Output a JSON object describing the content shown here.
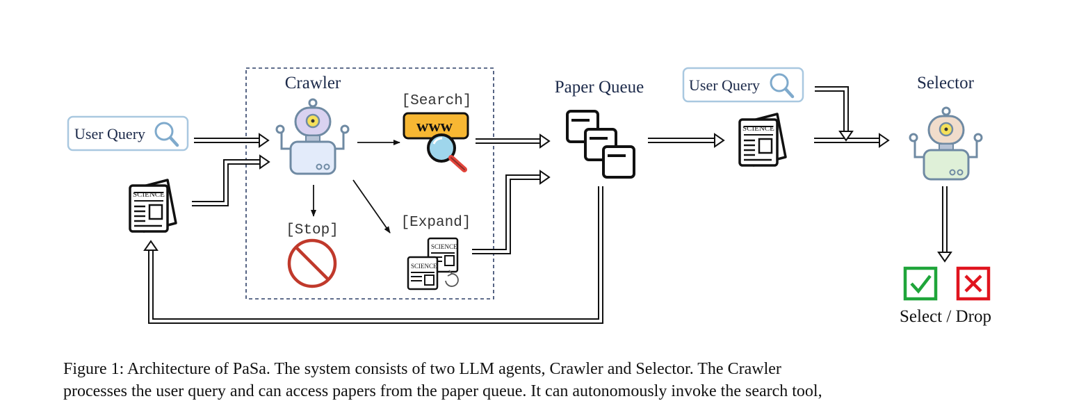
{
  "labels": {
    "crawler": "Crawler",
    "search": "[Search]",
    "stop": "[Stop]",
    "expand": "[Expand]",
    "paper_queue": "Paper Queue",
    "selector": "Selector",
    "select_drop": "Select / Drop",
    "user_query_left": "User Query",
    "user_query_right": "User Query",
    "www": "www",
    "science": "SCIENCE"
  },
  "icons": {
    "crawler_robot": "robot-icon",
    "selector_robot": "robot-icon",
    "search_tool": "www-magnifier-icon",
    "stop": "no-entry-icon",
    "expand": "papers-refresh-icon",
    "queue": "stacked-windows-icon",
    "select": "check-icon",
    "drop": "cross-icon"
  },
  "colors": {
    "crawler_robot_head": "#d9d2f0",
    "crawler_robot_body": "#e3ebfa",
    "selector_robot_head": "#f1dccb",
    "selector_robot_body": "#dff0d8",
    "robot_outline": "#6f8aa3",
    "www_box": "#f7b733",
    "stop_red": "#c0392b",
    "check_green": "#1fa53a",
    "cross_red": "#e0141e",
    "query_border": "#a9c8e0",
    "dash_border": "#2c3e66"
  },
  "caption": {
    "line1": "Figure 1: Architecture of PaSa. The system consists of two LLM agents, Crawler and Selector. The Crawler",
    "line2": "processes the user query and can access papers from the paper queue. It can autonomously invoke the search tool,"
  }
}
